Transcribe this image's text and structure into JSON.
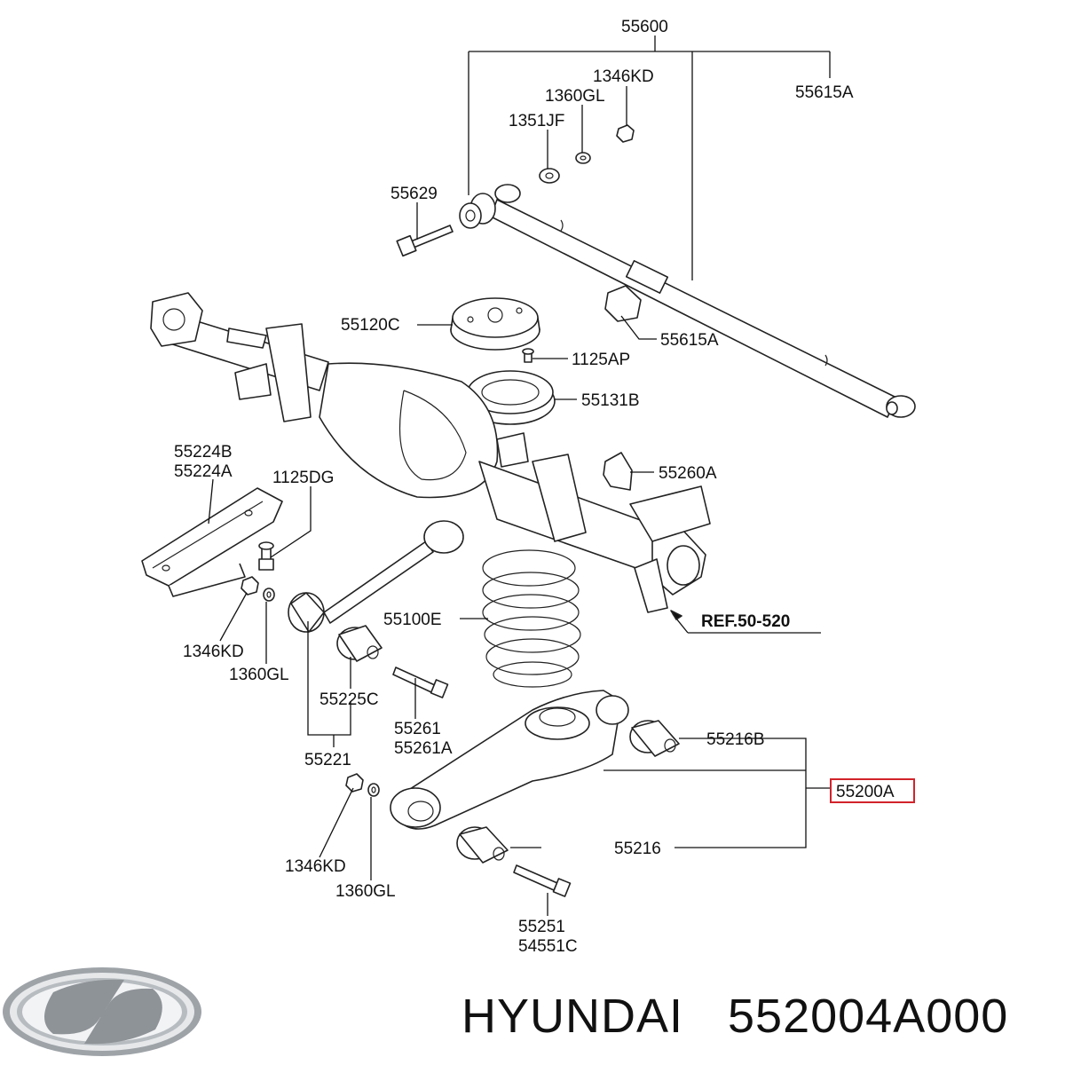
{
  "labels": {
    "l55600": "55600",
    "l55615A_top": "55615A",
    "l1346KD_top": "1346KD",
    "l1360GL_top": "1360GL",
    "l1351JF": "1351JF",
    "l55629": "55629",
    "l55120C": "55120C",
    "l55615A_mid": "55615A",
    "l1125AP": "1125AP",
    "l55131B": "55131B",
    "l55224B": "55224B",
    "l55224A": "55224A",
    "l1125DG": "1125DG",
    "l55260A": "55260A",
    "l55100E": "55100E",
    "ref": "REF.50-520",
    "l1346KD_mid": "1346KD",
    "l1360GL_mid": "1360GL",
    "l55225C": "55225C",
    "l55261": "55261",
    "l55261A": "55261A",
    "l55221": "55221",
    "l55216B": "55216B",
    "l55200A": "55200A",
    "l55216": "55216",
    "l1346KD_bot": "1346KD",
    "l1360GL_bot": "1360GL",
    "l55251": "55251",
    "l54551C": "54551C"
  },
  "highlighted_part": "55200A",
  "brand": {
    "name": "HYUNDAI",
    "part_number": "552004A000",
    "logo_icon": "hyundai-logo-icon"
  },
  "colors": {
    "highlight": "#d2232a",
    "line": "#111111"
  }
}
